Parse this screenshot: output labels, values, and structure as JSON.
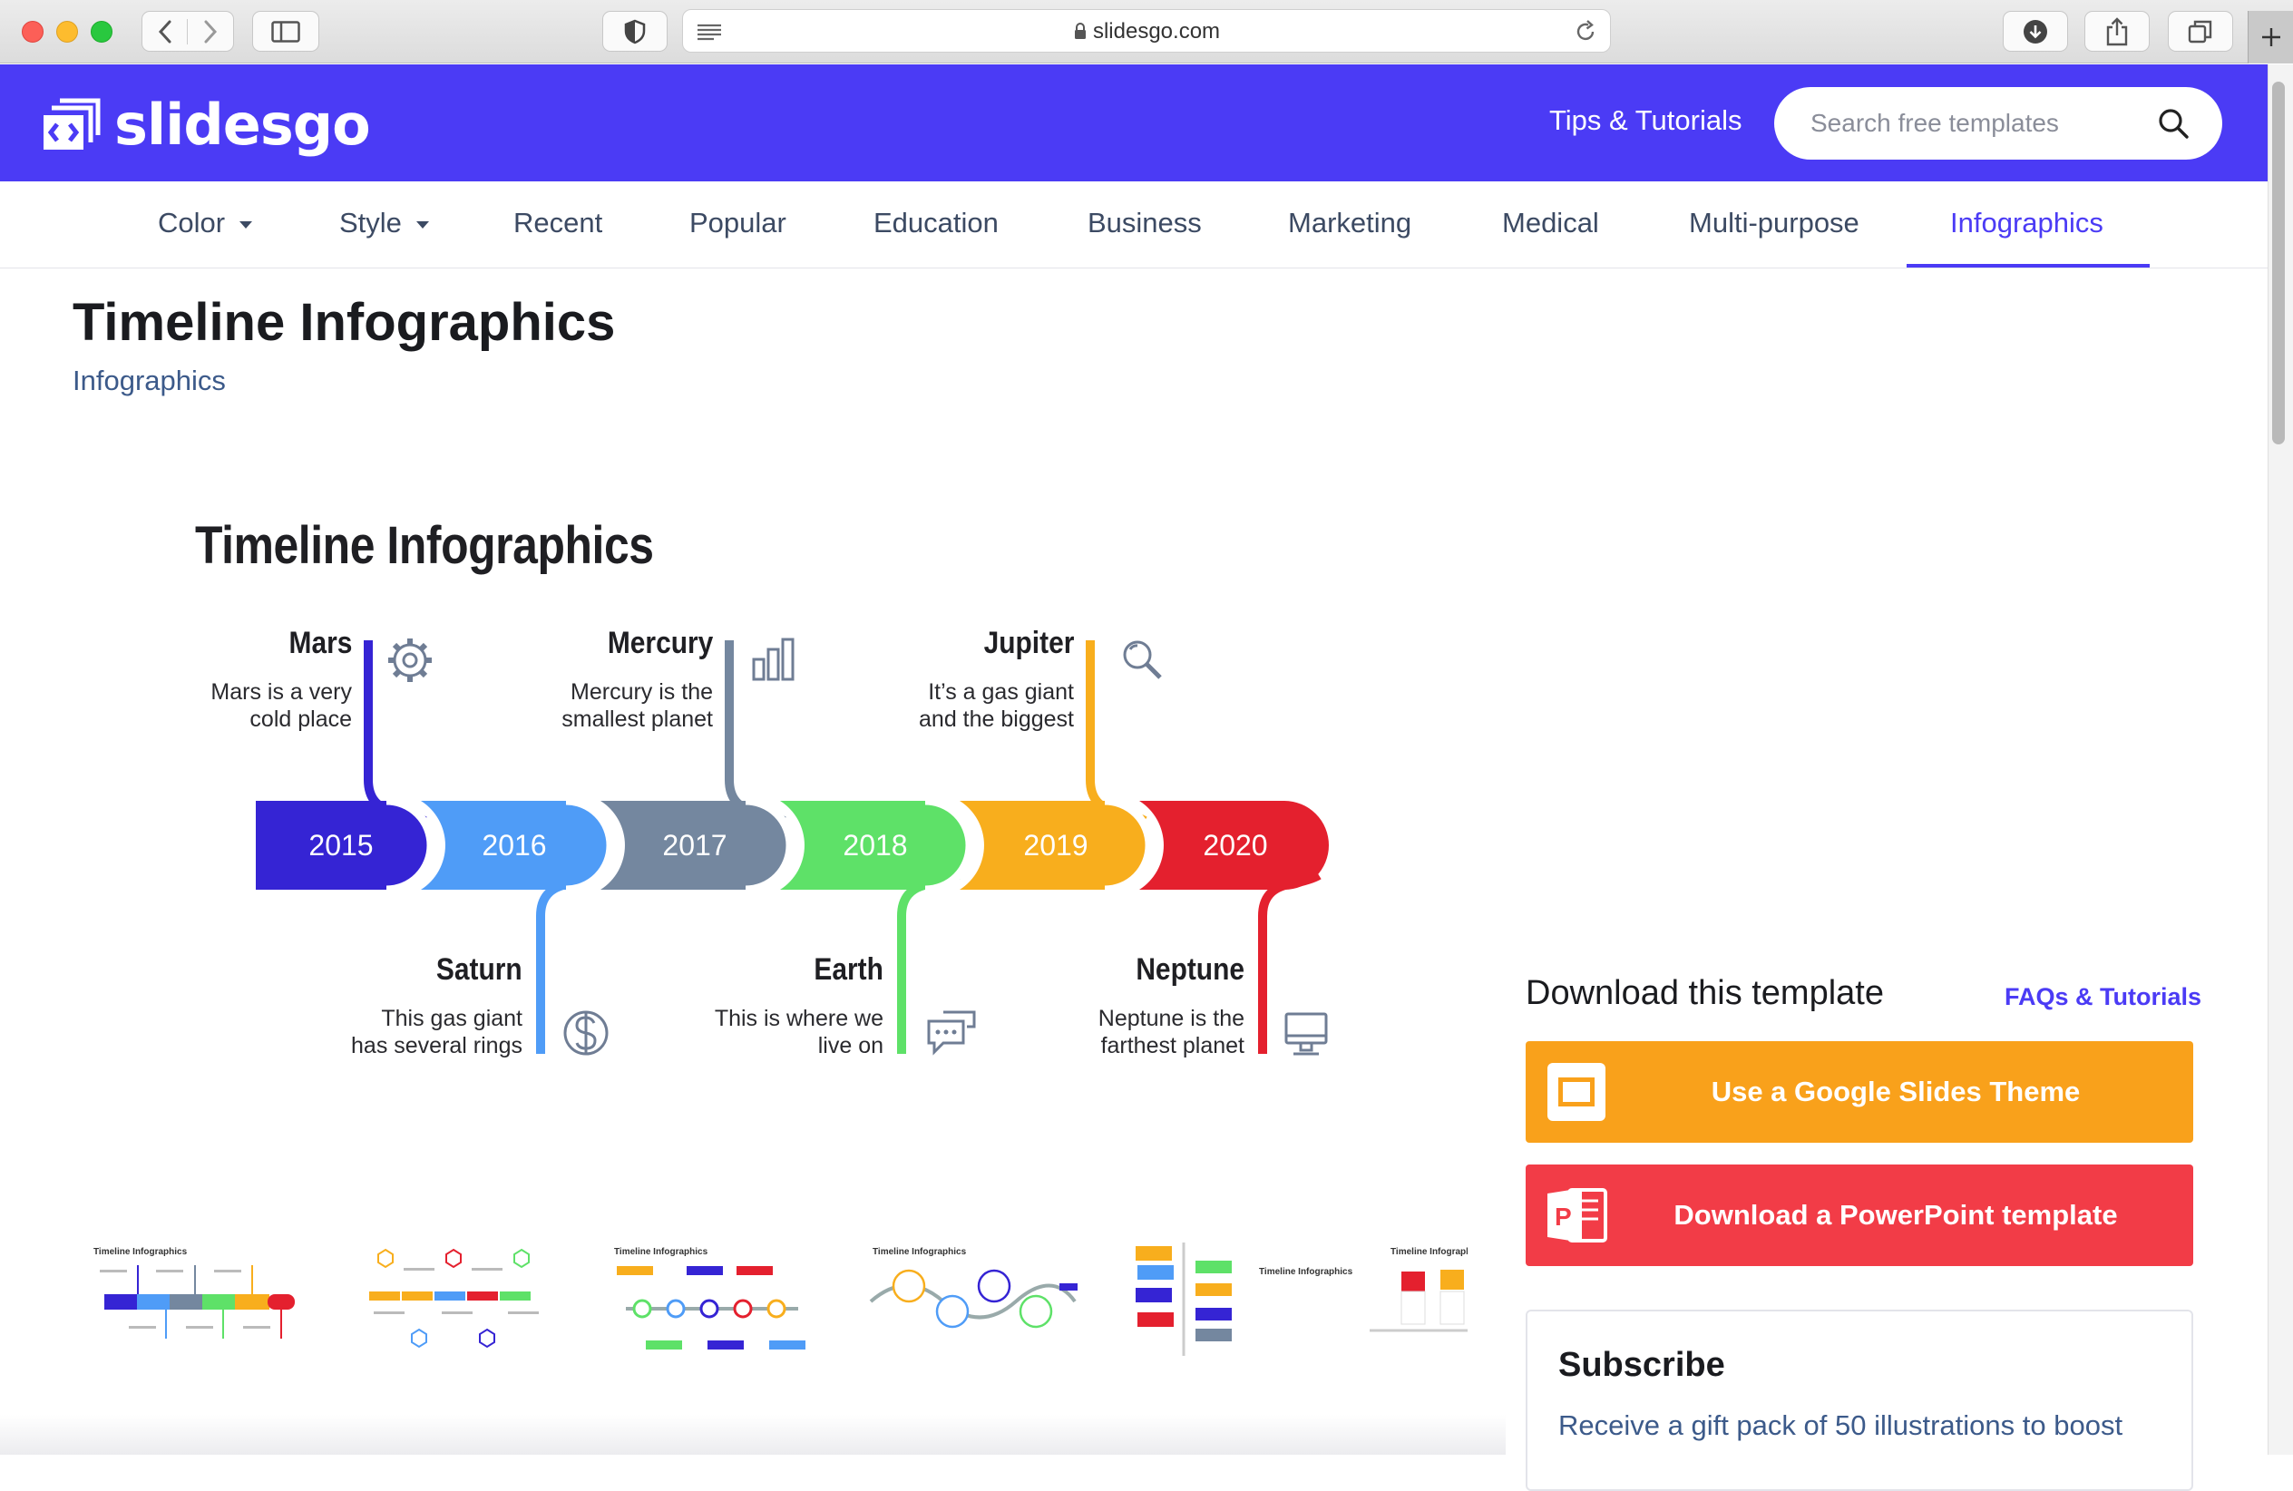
{
  "browser": {
    "url": "slidesgo.com",
    "icons": [
      "back-icon",
      "forward-icon",
      "sidebar-icon",
      "shield-icon",
      "reader-icon",
      "lock-icon",
      "reload-icon",
      "download-icon",
      "share-icon",
      "tabs-icon",
      "plus-icon"
    ]
  },
  "header": {
    "logo_text": "slidesgo",
    "tips_link": "Tips & Tutorials",
    "search_placeholder": "Search free templates"
  },
  "nav": {
    "items": [
      {
        "label": "Color",
        "dropdown": true
      },
      {
        "label": "Style",
        "dropdown": true
      },
      {
        "label": "Recent"
      },
      {
        "label": "Popular"
      },
      {
        "label": "Education"
      },
      {
        "label": "Business"
      },
      {
        "label": "Marketing"
      },
      {
        "label": "Medical"
      },
      {
        "label": "Multi-purpose"
      },
      {
        "label": "Infographics",
        "active": true
      }
    ],
    "accent": "#4b3bf5"
  },
  "page": {
    "title": "Timeline Infographics",
    "breadcrumb": "Infographics"
  },
  "preview": {
    "slide_title": "Timeline Infographics",
    "years": [
      {
        "label": "2015",
        "color": "#3524d4"
      },
      {
        "label": "2016",
        "color": "#4f9cf7"
      },
      {
        "label": "2017",
        "color": "#74879f"
      },
      {
        "label": "2018",
        "color": "#5ee168"
      },
      {
        "label": "2019",
        "color": "#f8ae1d"
      },
      {
        "label": "2020",
        "color": "#e4202e"
      }
    ],
    "planets": [
      {
        "name": "Mars",
        "line1": "Mars is a very",
        "line2": "cold place",
        "icon": "gear-icon"
      },
      {
        "name": "Saturn",
        "line1": "This gas giant",
        "line2": "has several rings",
        "icon": "dollar-icon"
      },
      {
        "name": "Mercury",
        "line1": "Mercury is the",
        "line2": "smallest planet",
        "icon": "bar-chart-icon"
      },
      {
        "name": "Earth",
        "line1": "This is where we",
        "line2": "live on",
        "icon": "chat-icon"
      },
      {
        "name": "Jupiter",
        "line1": "It’s a gas giant",
        "line2": "and the biggest",
        "icon": "magnifier-icon"
      },
      {
        "name": "Neptune",
        "line1": "Neptune is the",
        "line2": "farthest planet",
        "icon": "monitor-icon"
      }
    ]
  },
  "thumbnails": {
    "count": 6,
    "titles": [
      "Timeline Infographics",
      "",
      "Timeline Infographics",
      "Timeline Infographics",
      "Timeline Infographics",
      "Timeline Infographics"
    ]
  },
  "sidebar": {
    "download_title": "Download this template",
    "faqs_link": "FAQs & Tutorials",
    "google_button": "Use a Google Slides Theme",
    "google_color": "#f9a11b",
    "ppt_button": "Download a PowerPoint template",
    "ppt_color": "#f23c47",
    "subscribe_title": "Subscribe",
    "subscribe_text": "Receive a gift pack of 50 illustrations to boost"
  }
}
